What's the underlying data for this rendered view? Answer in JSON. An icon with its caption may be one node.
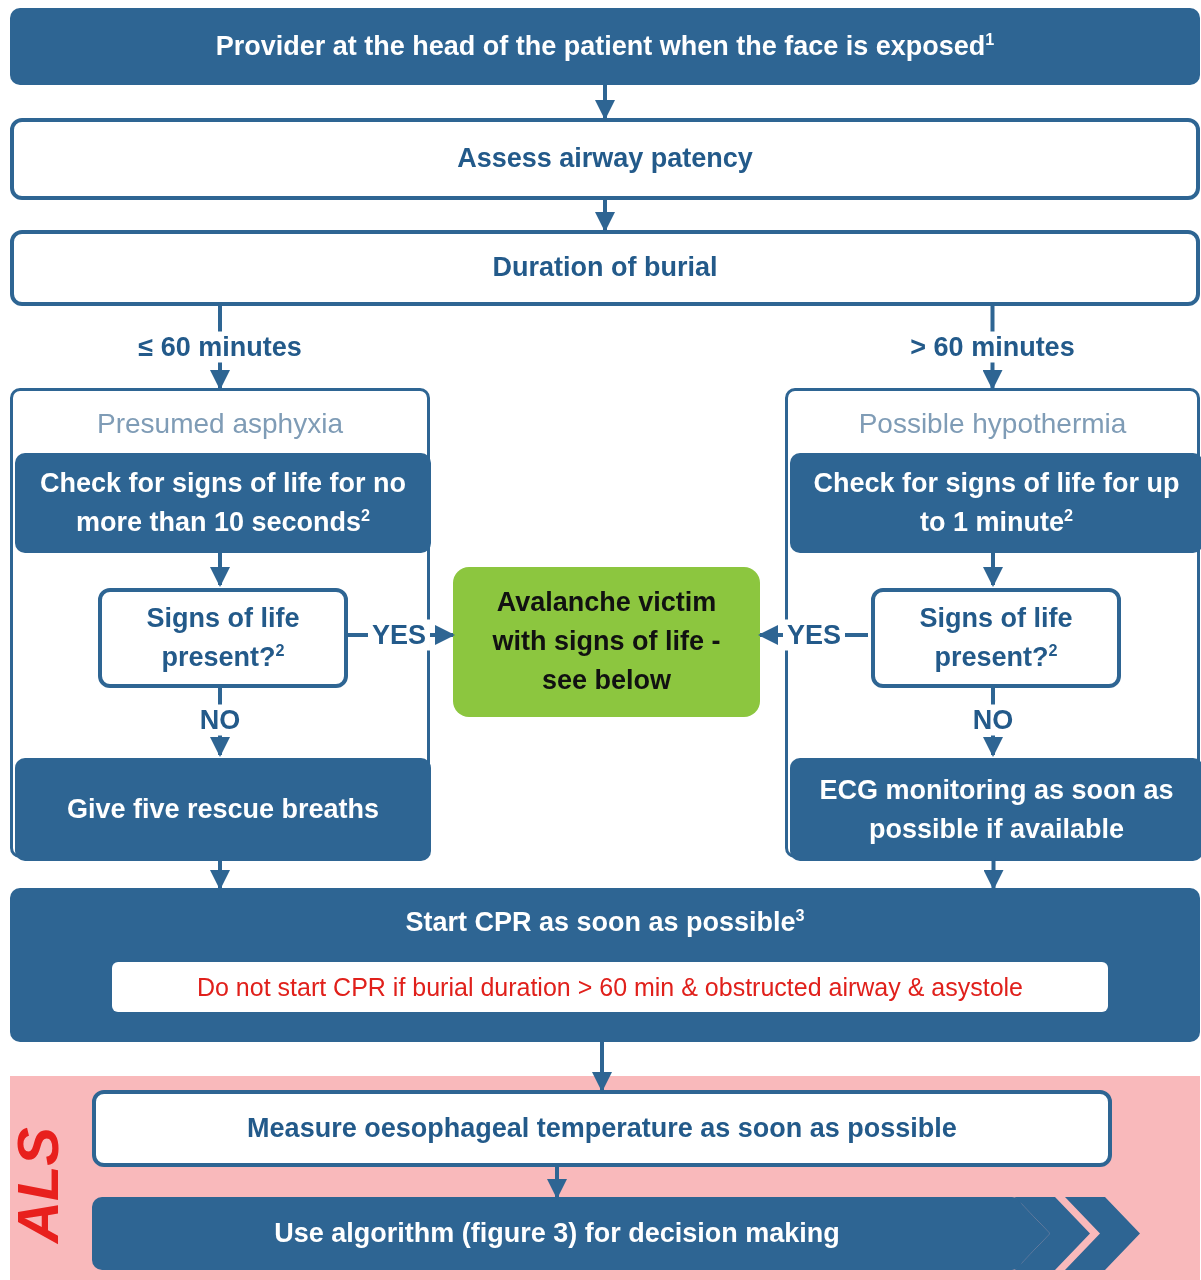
{
  "diagram": {
    "nodes": [
      {
        "text": [
          "Provider at the head of the patient when the face is exposed$^{1}$"
        ]
      },
      {
        "text": [
          "Assess airway patency"
        ]
      },
      {
        "text": [
          "Duration of burial"
        ]
      },
      {
        "text": [
          "Presumed asphyxia"
        ]
      },
      {
        "text": [
          "Check for signs of life for no more than 10 seconds$^{2}$"
        ],
        "in": 3
      },
      {
        "text": [
          "Signs of life present?$^{2}$"
        ],
        "in": 3
      },
      {
        "text": [
          "Give five rescue breaths"
        ],
        "in": 3
      },
      {
        "text": [
          "Possible hypothermia"
        ]
      },
      {
        "text": [
          "Check for signs of life for up to 1 minute$^{2}$"
        ],
        "in": 7
      },
      {
        "text": [
          "Signs of life present?$^{2}$"
        ],
        "in": 7
      },
      {
        "text": [
          "ECG monitoring as soon as possible if available"
        ],
        "in": 7
      },
      {
        "text": [
          "Avalanche victim with signs of life - see below"
        ]
      },
      {
        "text": [
          "Start CPR as soon as possible$^{3}$"
        ]
      },
      {
        "text": [
          "Do not start CPR if burial duration > 60 min & obstructed airway & asystole"
        ],
        "in": 12
      },
      {
        "text": [
          "ALS"
        ]
      },
      {
        "text": [
          "Measure oesophageal temperature as soon as possible"
        ],
        "in": 14
      },
      {
        "text": [
          "Use algorithm (figure 3) for decision making"
        ],
        "in": 14
      }
    ],
    "edges": [
      {
        "from": 0,
        "to": 1,
        "arrow": "to"
      },
      {
        "from": 1,
        "to": 2,
        "arrow": "to"
      },
      {
        "from": 2,
        "to": 3,
        "arrow": "to",
        "label": "≤ 60 minutes"
      },
      {
        "from": 2,
        "to": 7,
        "arrow": "to",
        "label": "> 60 minutes"
      },
      {
        "from": 4,
        "to": 5,
        "arrow": "to"
      },
      {
        "from": 5,
        "to": 11,
        "arrow": "to",
        "label": "YES"
      },
      {
        "from": 5,
        "to": 6,
        "arrow": "to",
        "label": "NO"
      },
      {
        "from": 8,
        "to": 9,
        "arrow": "to"
      },
      {
        "from": 9,
        "to": 11,
        "arrow": "to",
        "label": "YES"
      },
      {
        "from": 9,
        "to": 10,
        "arrow": "to",
        "label": "NO"
      },
      {
        "from": 6,
        "to": 12,
        "arrow": "to"
      },
      {
        "from": 10,
        "to": 12,
        "arrow": "to"
      },
      {
        "from": 12,
        "to": 15,
        "arrow": "to"
      },
      {
        "from": 15,
        "to": 16,
        "arrow": "to"
      }
    ]
  }
}
